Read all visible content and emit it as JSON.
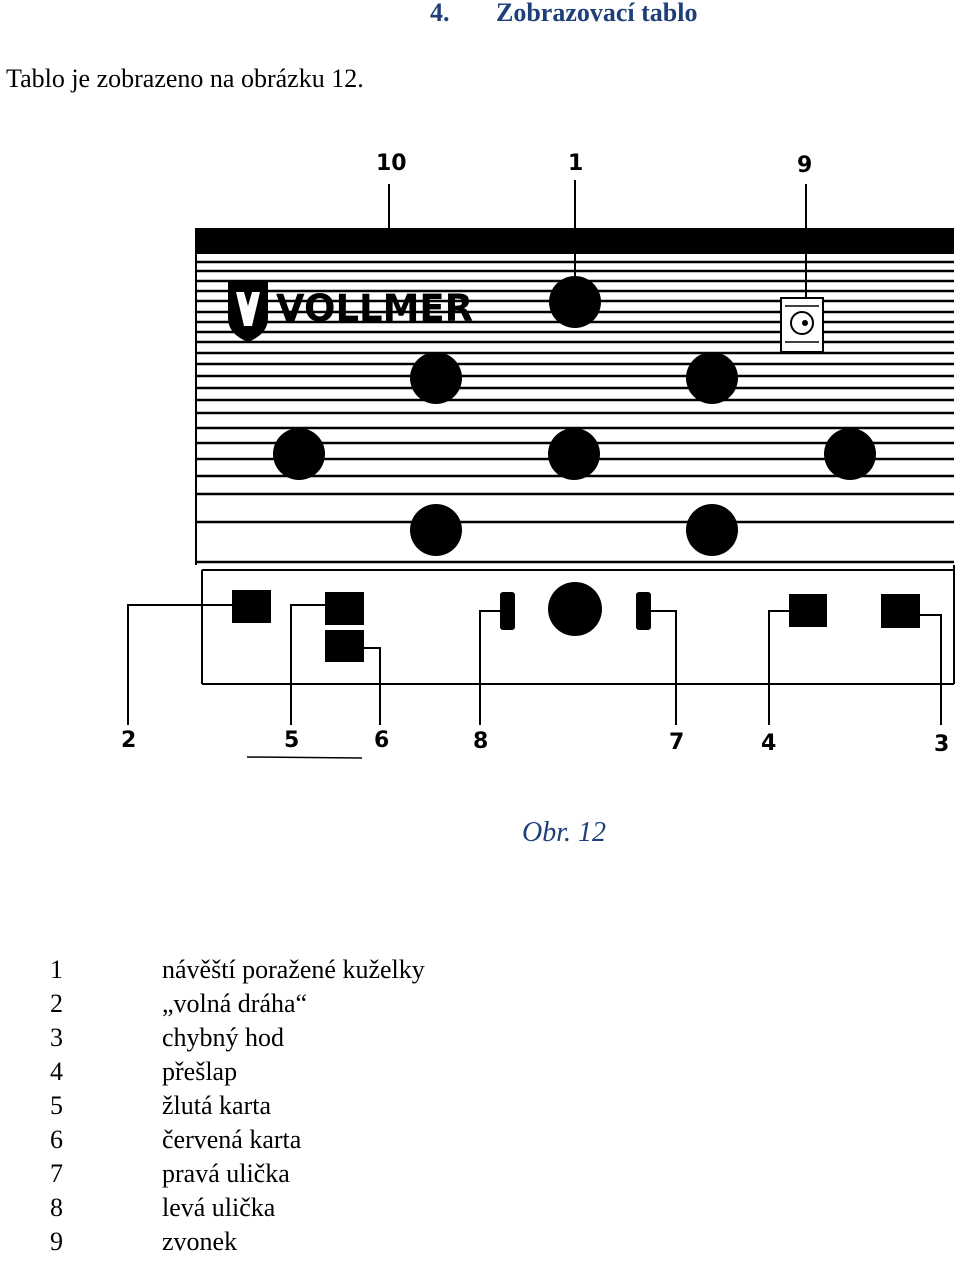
{
  "heading": {
    "number": "4.",
    "title": "Zobrazovací tablo"
  },
  "intro": "Tablo je zobrazeno na obrázku 12.",
  "figure": {
    "logo_text": "VOLLMER",
    "callouts": [
      "10",
      "1",
      "9",
      "2",
      "5",
      "6",
      "8",
      "7",
      "4",
      "3"
    ]
  },
  "caption": "Obr. 12",
  "legend": [
    {
      "number": "1",
      "text": "návěští poražené kuželky"
    },
    {
      "number": "2",
      "text": "„volná dráha“"
    },
    {
      "number": "3",
      "text": "chybný hod"
    },
    {
      "number": "4",
      "text": "přešlap"
    },
    {
      "number": "5",
      "text": "žlutá karta"
    },
    {
      "number": "6",
      "text": "červená karta"
    },
    {
      "number": "7",
      "text": "pravá ulička"
    },
    {
      "number": "8",
      "text": "levá ulička"
    },
    {
      "number": "9",
      "text": "zvonek"
    }
  ],
  "colors": {
    "heading": "#1f3f7a",
    "drawing": "#000000"
  }
}
